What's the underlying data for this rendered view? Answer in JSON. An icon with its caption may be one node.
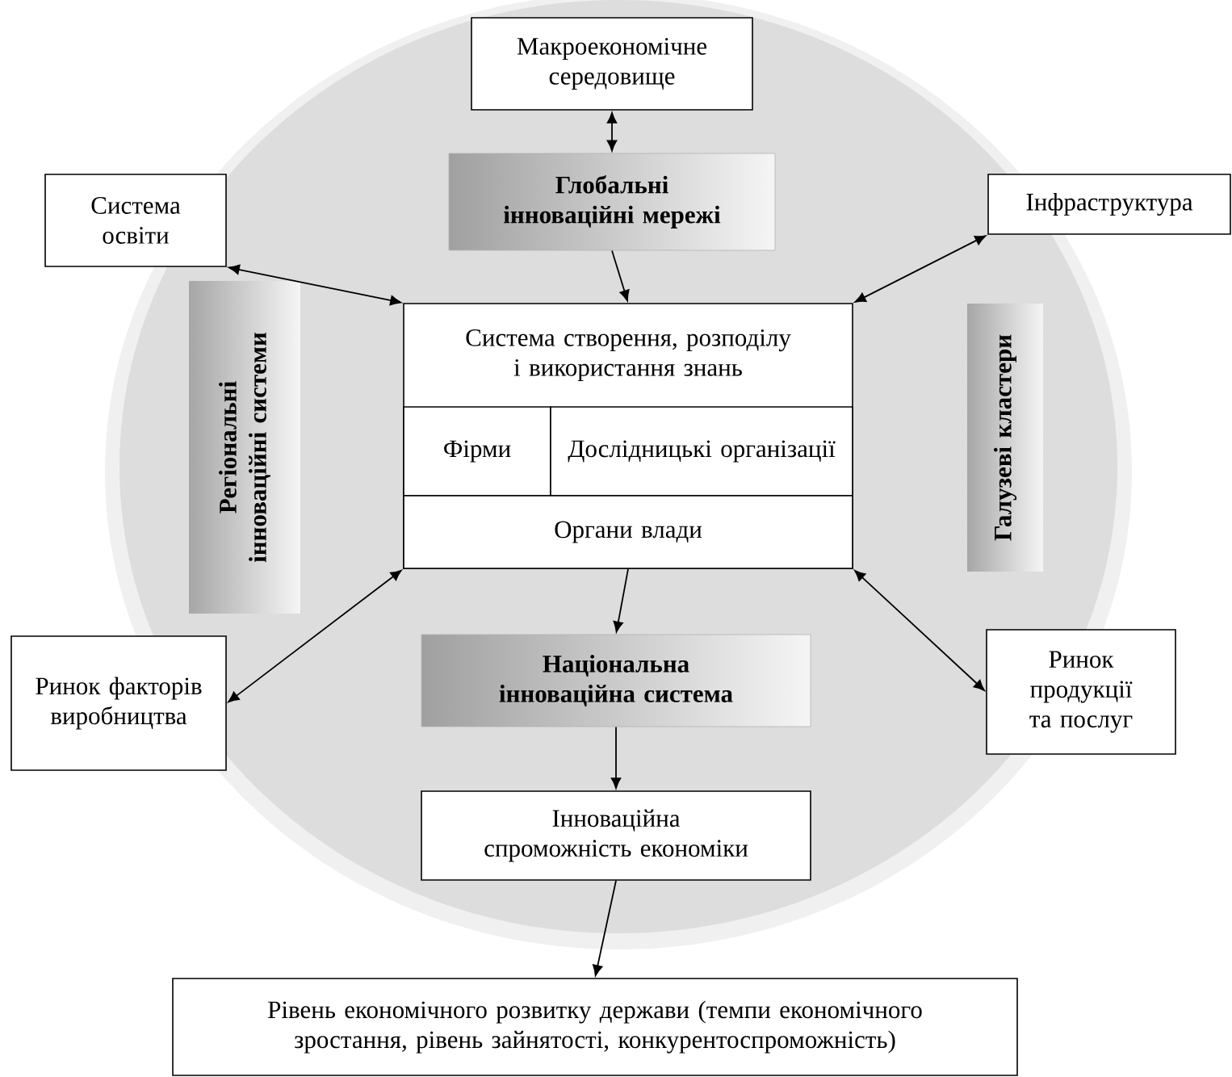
{
  "diagram": {
    "nodes": [
      {
        "text": [
          "Макроекономічне середовище"
        ]
      },
      {
        "text": [
          "Глобальні інноваційні мережі"
        ]
      },
      {
        "text": [
          "Система освіти"
        ]
      },
      {
        "text": [
          "Інфраструктура"
        ]
      },
      {
        "text": [
          "Система створення, розподілу і використання знань"
        ]
      },
      {
        "text": [
          "Фірми"
        ],
        "in": 4
      },
      {
        "text": [
          "Дослідницькі організації"
        ],
        "in": 4
      },
      {
        "text": [
          "Органи влади"
        ],
        "in": 4
      },
      {
        "text": [
          "Регіональні інноваційні системи"
        ]
      },
      {
        "text": [
          "Галузеві кластери"
        ]
      },
      {
        "text": [
          "Ринок факторів виробництва"
        ]
      },
      {
        "text": [
          "Ринок продукції та послуг"
        ]
      },
      {
        "text": [
          "Національна інноваційна система"
        ]
      },
      {
        "text": [
          "Інноваційна спроможність економіки"
        ]
      },
      {
        "text": [
          "Рівень економічного розвитку держави (темпи економічного зростання, рівень зайнятості, конкурентоспроможність)"
        ]
      }
    ],
    "edges": [
      {
        "from": 0,
        "to": 1,
        "arrow": "both"
      },
      {
        "from": 1,
        "to": 4,
        "arrow": "to"
      },
      {
        "from": 2,
        "to": 4,
        "arrow": "both"
      },
      {
        "from": 3,
        "to": 4,
        "arrow": "both"
      },
      {
        "from": 10,
        "to": 4,
        "arrow": "both"
      },
      {
        "from": 11,
        "to": 4,
        "arrow": "both"
      },
      {
        "from": 4,
        "to": 12,
        "arrow": "to"
      },
      {
        "from": 12,
        "to": 13,
        "arrow": "to"
      },
      {
        "from": 13,
        "to": 14,
        "arrow": "to"
      }
    ]
  }
}
